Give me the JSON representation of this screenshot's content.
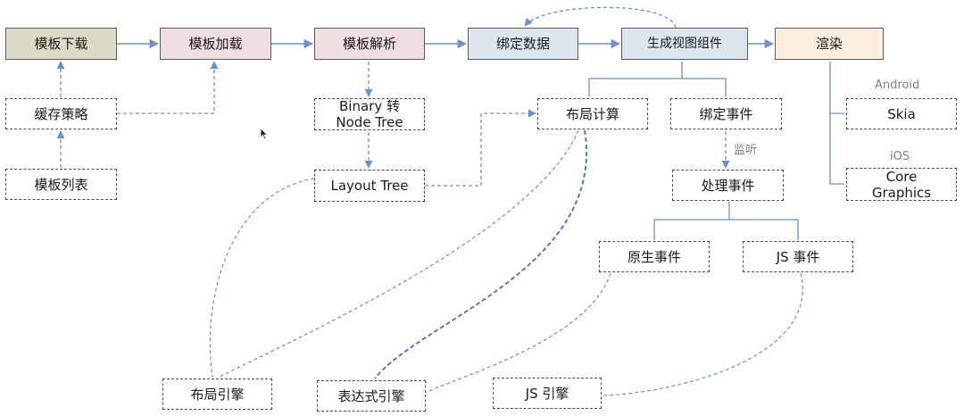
{
  "colors": {
    "arrow": "#6f8fc5",
    "dashed_curve": "#6f8fc5",
    "node_download": "#dcdac4",
    "node_load": "#eedede",
    "node_parse": "#eedede",
    "node_bind": "#dbe6ee",
    "node_generate": "#dbe6ee",
    "node_render": "#fbeedd"
  },
  "pipeline": {
    "download": "模板下载",
    "load": "模板加载",
    "parse": "模板解析",
    "bind_data": "绑定数据",
    "generate": "生成视图组件",
    "render": "渲染"
  },
  "left": {
    "cache": "缓存策略",
    "list": "模板列表"
  },
  "parse_branch": {
    "binary_line1": "Binary 转",
    "binary_line2": "Node Tree",
    "layout_tree": "Layout Tree"
  },
  "generate_branch": {
    "layout_calc": "布局计算",
    "bind_event": "绑定事件",
    "listen": "监听",
    "handle_event": "处理事件",
    "native_event": "原生事件",
    "js_event": "JS 事件"
  },
  "render_branch": {
    "android_label": "Android",
    "skia": "Skia",
    "ios_label": "iOS",
    "core_graphics_line1": "Core",
    "core_graphics_line2": "Graphics"
  },
  "engines": {
    "layout_engine": "布局引擎",
    "expression_engine": "表达式引擎",
    "js_engine": "JS 引擎"
  },
  "icons": {
    "cursor": "mouse-pointer-icon"
  }
}
